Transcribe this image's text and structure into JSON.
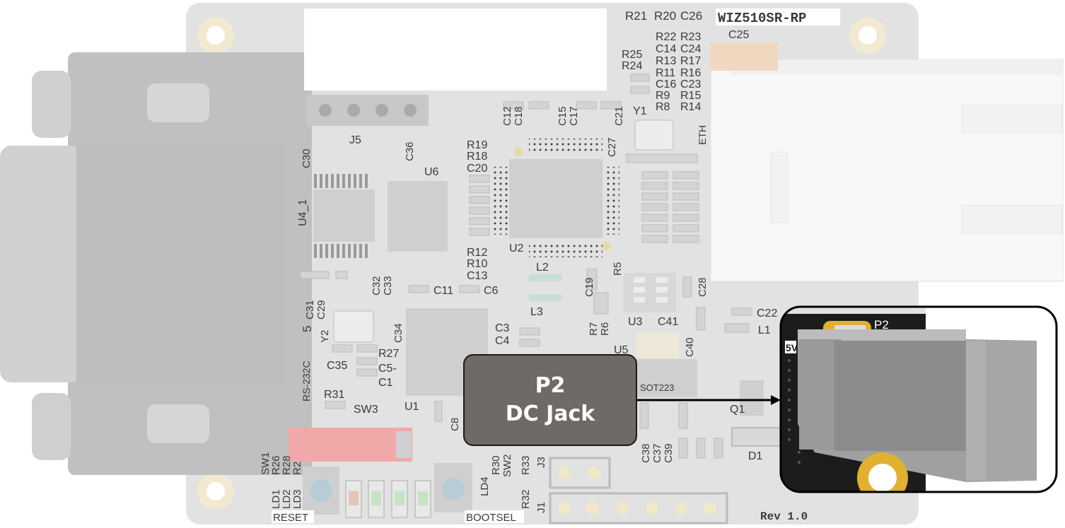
{
  "board": {
    "name": "WIZ510SR-RP",
    "revision": "Rev 1.0",
    "labels": {
      "J5": "J5",
      "U6": "U6",
      "U4": "U4_1",
      "U2": "U2",
      "U1": "U1",
      "U3": "U3",
      "U5": "U5",
      "Y1": "Y1",
      "Y2": "Y2",
      "ETH": "ETH",
      "RS232": "RS-232C",
      "SW3": "SW3",
      "SOT": "SOT223",
      "Q1": "Q1",
      "D1": "D1",
      "L1": "L1",
      "L2": "L2",
      "L3": "L3",
      "C22": "C22",
      "C25": "C25",
      "C36": "C36",
      "C30": "C30",
      "C11": "C11",
      "C6": "C6",
      "C8": "C8",
      "C35": "C35",
      "C5": "C5-",
      "C1": "C1",
      "R27": "R27",
      "R31": "R31",
      "C41": "C41",
      "C28": "C28",
      "C40": "C40",
      "R30": "R30",
      "R33": "R33",
      "R32": "R32",
      "J3": "J3",
      "J1": "J1",
      "SW2": "SW2",
      "LD4": "LD4",
      "SW1": "SW1",
      "LD1": "LD1",
      "LD2": "LD2",
      "LD3": "LD3",
      "RESET": "RESET",
      "BOOTSEL": "BOOTSEL",
      "FIVEV": "5V",
      "C38": "C38",
      "C37": "C37",
      "C39": "C39",
      "R7": "R7",
      "R6": "R6",
      "R5": "R5",
      "C19": "C19",
      "C27": "C27",
      "C3": "C3",
      "C4": "C4",
      "C34": "C34",
      "C31": "C31",
      "C29": "C29",
      "C32": "C32",
      "C33": "C33",
      "C12": "C12",
      "C18": "C18",
      "C15": "C15",
      "C17": "C17",
      "C21": "C21",
      "C20": "C20",
      "R19": "R19",
      "R18": "R18",
      "R12": "R12",
      "R10": "R10",
      "C13": "C13",
      "R21": "R21",
      "R20": "R20",
      "C26": "C26",
      "R22": "R22",
      "R23": "R23",
      "C14": "C14",
      "C24": "C24",
      "R13": "R13",
      "R17": "R17",
      "R11": "R11",
      "R16": "R16",
      "C16": "C16",
      "C23": "C23",
      "R9": "R9",
      "R15": "R15",
      "R8": "R8",
      "R14": "R14",
      "R25": "R25",
      "R24": "R24",
      "R26": "R26",
      "R28": "R28",
      "R29": "R2",
      "FIVE": "5"
    }
  },
  "highlight": {
    "component": "P2",
    "callout_title": "P2",
    "callout_subtitle": "DC Jack"
  },
  "colors": {
    "pcb": "#1c1c1c",
    "fade_overlay": "#ffffff",
    "callout_bg": "#6e6a67",
    "pad_gold": "#e0b030",
    "switch_red": "#e84040"
  }
}
